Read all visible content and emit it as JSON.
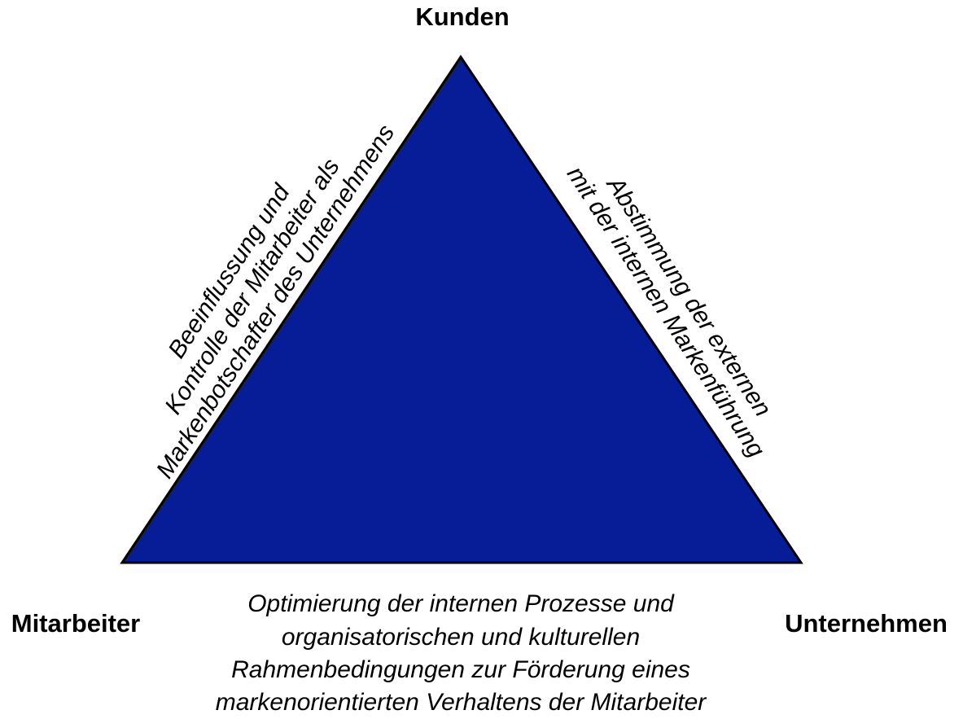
{
  "vertices": {
    "top": "Kunden",
    "left": "Mitarbeiter",
    "right": "Unternehmen"
  },
  "sides": {
    "left": [
      "Beeinflussung und",
      "Kontrolle der Mitarbeiter als",
      "Markenbotschafter des Unternehmens"
    ],
    "right": [
      "Abstimmung der externen",
      "mit der internen Markenführung"
    ],
    "bottom": [
      "Optimierung der internen Prozesse und",
      "organisatorischen und kulturellen",
      "Rahmenbedingungen zur Förderung eines",
      "markenorientierten Verhaltens der Mitarbeiter"
    ]
  },
  "colors": {
    "triangle_fill": "#061d97",
    "triangle_stroke": "#000000",
    "text": "#000000"
  }
}
